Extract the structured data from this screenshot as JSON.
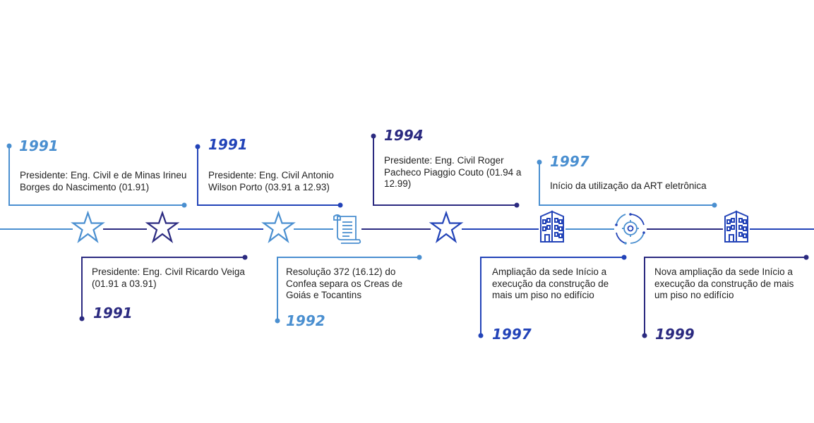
{
  "colors": {
    "light_blue": "#4a8fd0",
    "royal_blue": "#2243b8",
    "dark_indigo": "#2b2a80",
    "text": "#222222"
  },
  "events": [
    {
      "year": "1991",
      "text": "Presidente: Eng. Civil e de Minas Irineu Borges do Nascimento (01.91)",
      "icon": "star-icon",
      "color": "light_blue",
      "side": "top"
    },
    {
      "year": "1991",
      "text": "Presidente: Eng. Civil Ricardo Veiga (01.91 a 03.91)",
      "icon": "star-icon",
      "color": "dark_indigo",
      "side": "bottom"
    },
    {
      "year": "1991",
      "text": "Presidente: Eng. Civil Antonio Wilson Porto (03.91 a 12.93)",
      "icon": "star-icon",
      "color": "royal_blue",
      "side": "top"
    },
    {
      "year": "1992",
      "text": "Resolução 372 (16.12) do Confea separa os Creas de Goiás e Tocantins",
      "icon": "document-scroll-icon",
      "color": "light_blue",
      "side": "bottom"
    },
    {
      "year": "1994",
      "text": "Presidente: Eng. Civil Roger Pacheco Piaggio Couto (01.94 a 12.99)",
      "icon": "star-icon",
      "color": "dark_indigo",
      "side": "top"
    },
    {
      "year": "1997",
      "text": "Ampliação da sede Início a execução da construção de mais um piso no edifício",
      "icon": "building-icon",
      "color": "royal_blue",
      "side": "bottom"
    },
    {
      "year": "1997",
      "text": "Início da utilização da ART eletrônica",
      "icon": "digital-gear-icon",
      "color": "light_blue",
      "side": "top"
    },
    {
      "year": "1999",
      "text": "Nova ampliação da sede Início a execução da construção de mais um piso no edifício",
      "icon": "building-icon",
      "color": "dark_indigo",
      "side": "bottom"
    }
  ]
}
